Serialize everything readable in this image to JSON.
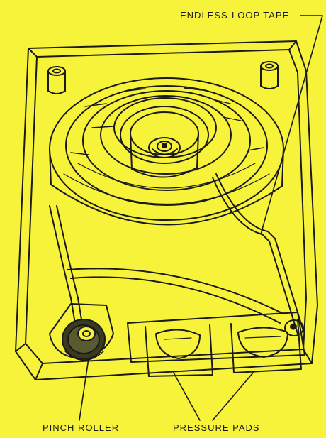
{
  "labels": {
    "endless_loop_tape": "ENDLESS-LOOP TAPE",
    "pinch_roller": "PINCH ROLLER",
    "pressure_pads": "PRESSURE PADS"
  },
  "colors": {
    "background": "#f7f33a",
    "ink": "#1a1a1a"
  }
}
